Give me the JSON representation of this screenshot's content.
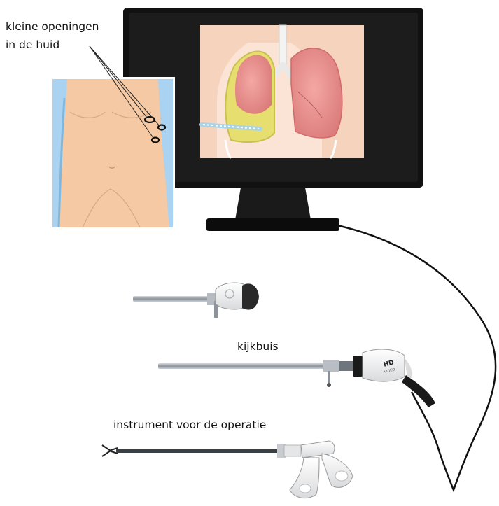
{
  "labels": {
    "small_openings_line1": "kleine openingen",
    "small_openings_line2": "in de huid",
    "scope": "kijkbuis",
    "instrument": "instrument voor de operatie",
    "hd_badge": "HD",
    "video_badge": "VIDEO"
  },
  "colors": {
    "monitor": "#0f0f0f",
    "skin": "#f4c9a4",
    "lung": "#ef8f8e",
    "fluid": "#e8e27a",
    "side_blue": "#a9d3f1",
    "metal": "#9aa0a8"
  }
}
